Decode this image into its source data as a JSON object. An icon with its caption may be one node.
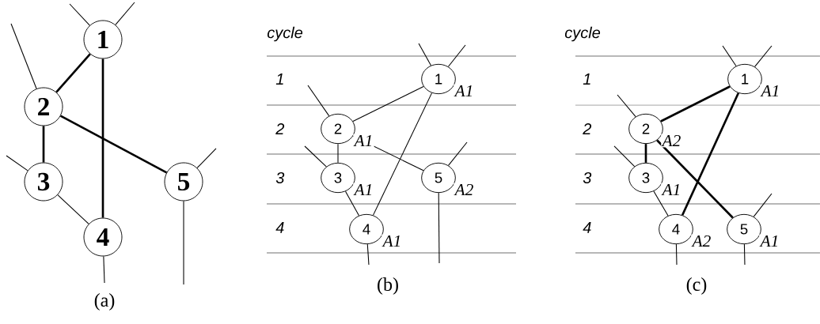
{
  "diagram": {
    "nodes": [
      {
        "text": [
          "1"
        ]
      },
      {
        "text": [
          "2"
        ]
      },
      {
        "text": [
          "3"
        ]
      },
      {
        "text": [
          "4"
        ]
      },
      {
        "text": [
          "5"
        ]
      },
      {
        "text": [
          "1"
        ],
        "beside": [
          "A1"
        ]
      },
      {
        "text": [
          "2"
        ],
        "beside": [
          "A1"
        ]
      },
      {
        "text": [
          "3"
        ],
        "beside": [
          "A1"
        ]
      },
      {
        "text": [
          "4"
        ],
        "beside": [
          "A1"
        ]
      },
      {
        "text": [
          "5"
        ],
        "beside": [
          "A2"
        ]
      },
      {
        "text": [
          "1"
        ],
        "beside": [
          "A1"
        ]
      },
      {
        "text": [
          "2"
        ],
        "beside": [
          "A2"
        ]
      },
      {
        "text": [
          "3"
        ],
        "beside": [
          "A1"
        ]
      },
      {
        "text": [
          "4"
        ],
        "beside": [
          "A2"
        ]
      },
      {
        "text": [
          "5"
        ],
        "beside": [
          "A1"
        ]
      }
    ],
    "edges": [
      {
        "from": null,
        "to": 0,
        "arrow": "none"
      },
      {
        "from": null,
        "to": 0,
        "arrow": "none"
      },
      {
        "from": null,
        "to": 1,
        "arrow": "none"
      },
      {
        "from": null,
        "to": 2,
        "arrow": "none"
      },
      {
        "from": null,
        "to": 4,
        "arrow": "none"
      },
      {
        "from": 0,
        "to": 1,
        "arrow": "none",
        "style": "thick"
      },
      {
        "from": 0,
        "to": 3,
        "arrow": "none",
        "style": "thick"
      },
      {
        "from": 1,
        "to": 2,
        "arrow": "none",
        "style": "thick"
      },
      {
        "from": 1,
        "to": 4,
        "arrow": "none",
        "style": "thick"
      },
      {
        "from": 2,
        "to": 3,
        "arrow": "none"
      },
      {
        "from": 3,
        "to": null,
        "arrow": "none"
      },
      {
        "from": 4,
        "to": null,
        "arrow": "none"
      },
      {
        "from": null,
        "to": 5,
        "arrow": "none"
      },
      {
        "from": null,
        "to": 5,
        "arrow": "none"
      },
      {
        "from": null,
        "to": 6,
        "arrow": "none"
      },
      {
        "from": null,
        "to": 7,
        "arrow": "none"
      },
      {
        "from": null,
        "to": 9,
        "arrow": "none"
      },
      {
        "from": 5,
        "to": 6,
        "arrow": "none"
      },
      {
        "from": 5,
        "to": 8,
        "arrow": "none"
      },
      {
        "from": 6,
        "to": 7,
        "arrow": "none"
      },
      {
        "from": 6,
        "to": 9,
        "arrow": "none"
      },
      {
        "from": 7,
        "to": 8,
        "arrow": "none"
      },
      {
        "from": 8,
        "to": null,
        "arrow": "none"
      },
      {
        "from": 9,
        "to": null,
        "arrow": "none"
      },
      {
        "from": null,
        "to": 10,
        "arrow": "none"
      },
      {
        "from": null,
        "to": 10,
        "arrow": "none"
      },
      {
        "from": null,
        "to": 11,
        "arrow": "none"
      },
      {
        "from": null,
        "to": 12,
        "arrow": "none"
      },
      {
        "from": null,
        "to": 14,
        "arrow": "none"
      },
      {
        "from": 10,
        "to": 11,
        "arrow": "none",
        "style": "thick"
      },
      {
        "from": 10,
        "to": 13,
        "arrow": "none",
        "style": "thick"
      },
      {
        "from": 11,
        "to": 12,
        "arrow": "none",
        "style": "thick"
      },
      {
        "from": 11,
        "to": 14,
        "arrow": "none",
        "style": "thick"
      },
      {
        "from": 12,
        "to": 13,
        "arrow": "none"
      },
      {
        "from": 13,
        "to": null,
        "arrow": "none"
      },
      {
        "from": 14,
        "to": null,
        "arrow": "none"
      }
    ],
    "labels": [
      "cycle",
      "1",
      "2",
      "3",
      "4",
      "cycle",
      "1",
      "2",
      "3",
      "4",
      "(a)",
      "(b)",
      "(c)"
    ]
  }
}
